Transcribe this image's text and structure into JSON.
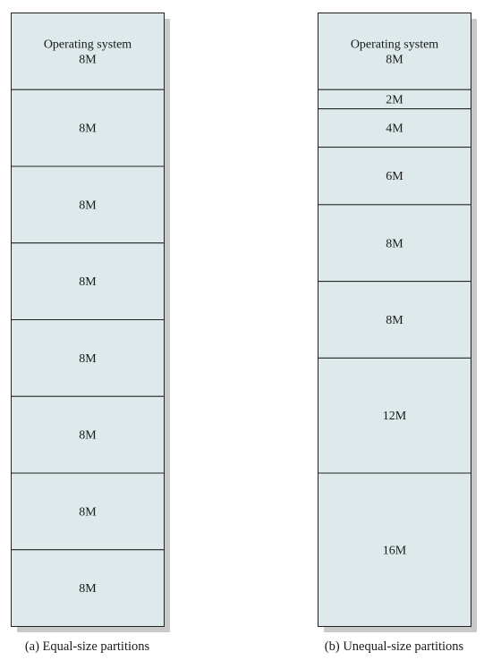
{
  "diagram": {
    "colors": {
      "cell_fill": "#dde9eb",
      "border": "#222222",
      "shadow": "#c9c9c9",
      "text": "#1a1a1a"
    },
    "columns": [
      {
        "id": "equal",
        "caption": "(a) Equal-size partitions",
        "partitions": [
          {
            "size_mb": 8,
            "lines": [
              "Operating system",
              "8M"
            ]
          },
          {
            "size_mb": 8,
            "lines": [
              "8M"
            ]
          },
          {
            "size_mb": 8,
            "lines": [
              "8M"
            ]
          },
          {
            "size_mb": 8,
            "lines": [
              "8M"
            ]
          },
          {
            "size_mb": 8,
            "lines": [
              "8M"
            ]
          },
          {
            "size_mb": 8,
            "lines": [
              "8M"
            ]
          },
          {
            "size_mb": 8,
            "lines": [
              "8M"
            ]
          },
          {
            "size_mb": 8,
            "lines": [
              "8M"
            ]
          }
        ]
      },
      {
        "id": "unequal",
        "caption": "(b) Unequal-size partitions",
        "partitions": [
          {
            "size_mb": 8,
            "lines": [
              "Operating system",
              "8M"
            ]
          },
          {
            "size_mb": 2,
            "lines": [
              "2M"
            ]
          },
          {
            "size_mb": 4,
            "lines": [
              "4M"
            ]
          },
          {
            "size_mb": 6,
            "lines": [
              "6M"
            ]
          },
          {
            "size_mb": 8,
            "lines": [
              "8M"
            ]
          },
          {
            "size_mb": 8,
            "lines": [
              "8M"
            ]
          },
          {
            "size_mb": 12,
            "lines": [
              "12M"
            ]
          },
          {
            "size_mb": 16,
            "lines": [
              "16M"
            ]
          }
        ]
      }
    ]
  }
}
